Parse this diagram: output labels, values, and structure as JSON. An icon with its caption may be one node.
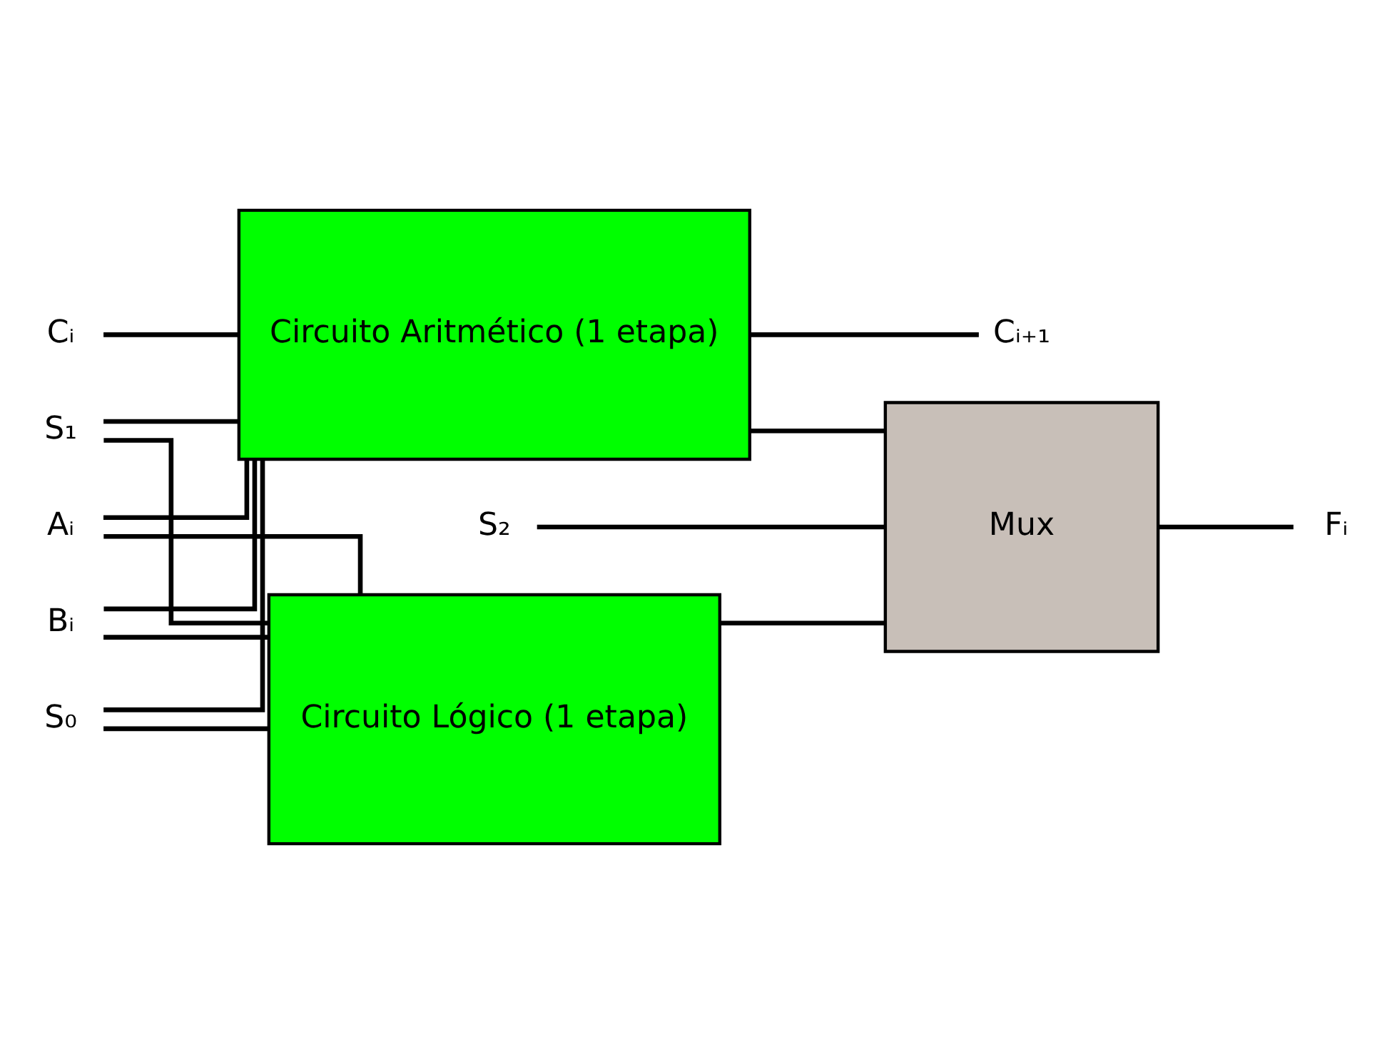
{
  "diagram": {
    "nodes": [
      {
        "text": [
          "Cᵢ"
        ]
      },
      {
        "text": [
          "Cᵢ₊₁"
        ]
      },
      {
        "text": [
          "Aᵢ"
        ]
      },
      {
        "text": [
          "Bᵢ"
        ]
      },
      {
        "text": [
          "Circuito Aritmético (1 etapa)"
        ]
      },
      {
        "text": [
          "Mux"
        ]
      },
      {
        "text": [
          "Fᵢ"
        ]
      },
      {
        "text": [
          "Circuito Lógico (1 etapa)"
        ]
      },
      {
        "text": [
          "S₀"
        ]
      },
      {
        "text": [
          "S₁"
        ]
      },
      {
        "text": [
          "S₂"
        ]
      }
    ],
    "edges": [
      {
        "from": 0,
        "to": 4,
        "arrow": "none"
      },
      {
        "from": 2,
        "to": 4,
        "arrow": "none"
      },
      {
        "from": 2,
        "to": 7,
        "arrow": "none"
      },
      {
        "from": 3,
        "to": 4,
        "arrow": "none"
      },
      {
        "from": 3,
        "to": 7,
        "arrow": "none"
      },
      {
        "from": 8,
        "to": 4,
        "arrow": "none"
      },
      {
        "from": 8,
        "to": 7,
        "arrow": "none"
      },
      {
        "from": 9,
        "to": 4,
        "arrow": "none"
      },
      {
        "from": 9,
        "to": 7,
        "arrow": "none"
      },
      {
        "from": 4,
        "to": 1,
        "arrow": "none"
      },
      {
        "from": 4,
        "to": 5,
        "arrow": "none"
      },
      {
        "from": 7,
        "to": 5,
        "arrow": "none"
      },
      {
        "from": 10,
        "to": 5,
        "arrow": "none"
      },
      {
        "from": 5,
        "to": 6,
        "arrow": "none"
      }
    ]
  }
}
